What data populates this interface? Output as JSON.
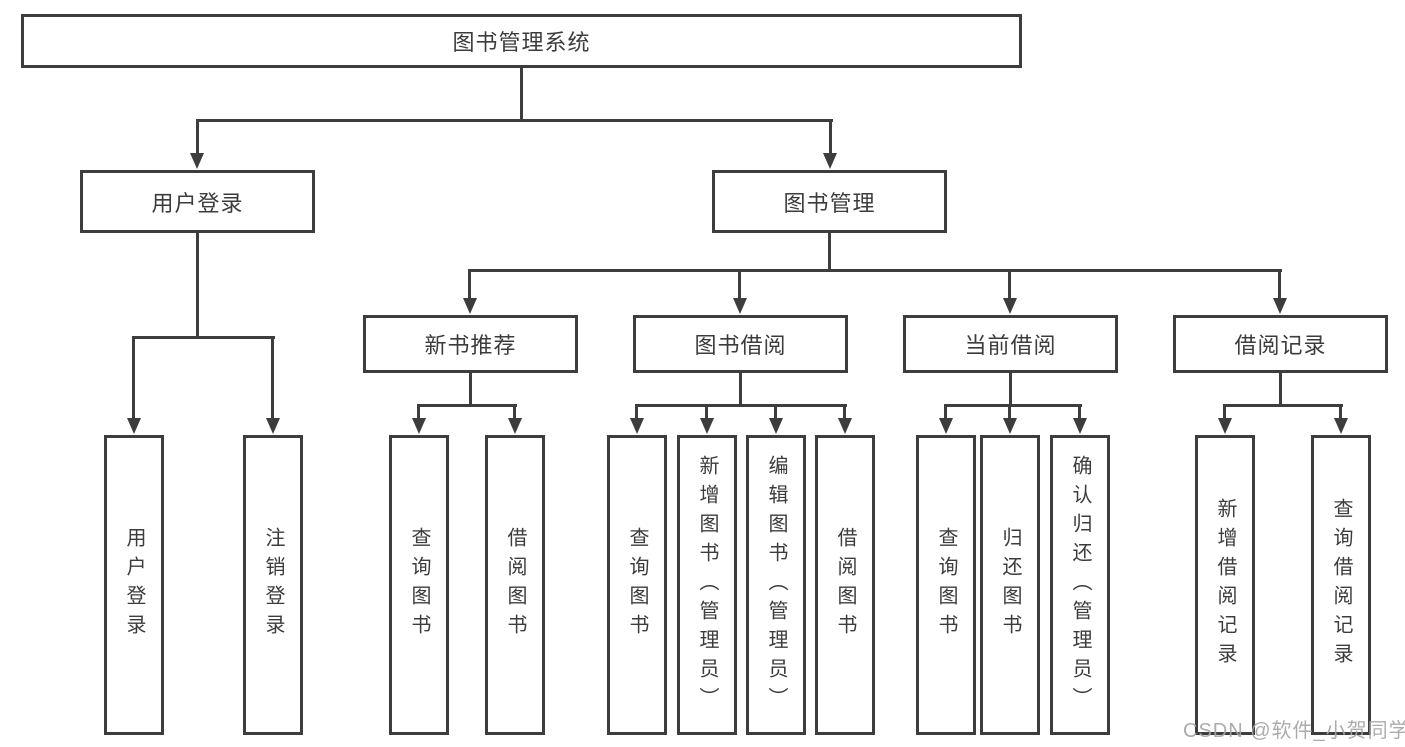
{
  "colors": {
    "background": "#ffffff",
    "box_border": "#3d3d3d",
    "box_fill": "#ffffff",
    "line": "#3d3d3d",
    "text": "#3c3c3c",
    "watermark": "#a5a5a5"
  },
  "tree": {
    "root": {
      "label": "图书管理系统"
    },
    "branches": [
      {
        "label": "用户登录",
        "leaves": [
          {
            "label": "用户登录"
          },
          {
            "label": "注销登录"
          }
        ]
      },
      {
        "label": "图书管理",
        "groups": [
          {
            "label": "新书推荐",
            "leaves": [
              {
                "label": "查询图书"
              },
              {
                "label": "借阅图书"
              }
            ]
          },
          {
            "label": "图书借阅",
            "leaves": [
              {
                "label": "查询图书"
              },
              {
                "label": "新增图书（管理员）"
              },
              {
                "label": "编辑图书（管理员）"
              },
              {
                "label": "借阅图书"
              }
            ]
          },
          {
            "label": "当前借阅",
            "leaves": [
              {
                "label": "查询图书"
              },
              {
                "label": "归还图书"
              },
              {
                "label": "确认归还（管理员）"
              }
            ]
          },
          {
            "label": "借阅记录",
            "leaves": [
              {
                "label": "新增借阅记录"
              },
              {
                "label": "查询借阅记录"
              }
            ]
          }
        ]
      }
    ]
  },
  "watermark": {
    "text": "CSDN @软件_小贺同学"
  }
}
